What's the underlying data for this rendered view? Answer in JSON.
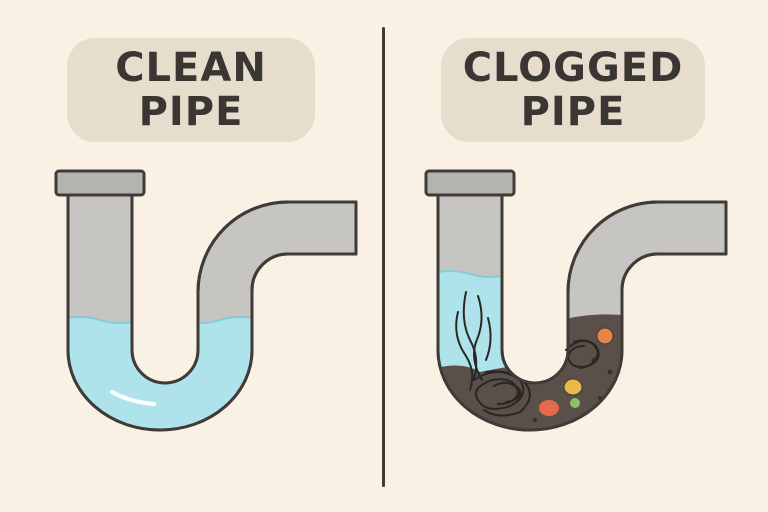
{
  "panels": [
    {
      "title_line1": "CLEAN",
      "title_line2": "PIPE"
    },
    {
      "title_line1": "CLOGGED",
      "title_line2": "PIPE"
    }
  ],
  "colors": {
    "background": "#f8f1e4",
    "label_box": "#e7ddcc",
    "pipe": "#c7c5c1",
    "pipe_outline": "#3f3b38",
    "water": "#aee3ec",
    "sludge": "#5b5049",
    "debris": [
      "#e8834a",
      "#e9b94a",
      "#8ec06c",
      "#e46a4a"
    ]
  }
}
